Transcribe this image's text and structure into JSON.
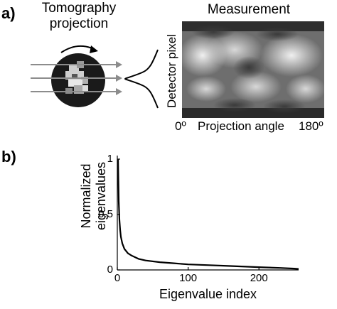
{
  "panel_a": {
    "label": "a)",
    "left_title": [
      "Tomography",
      "projection"
    ],
    "right_title": "Measurement",
    "y_axis_label": "Detector pixel",
    "x_left": "0º",
    "x_label": "Projection angle",
    "x_right": "180º",
    "colors": {
      "sphere": "#1a1a1a",
      "arrow": "#8c8c8c",
      "curve": "#000000"
    }
  },
  "panel_b": {
    "label": "b)"
  },
  "chart_data": {
    "type": "line",
    "title": "",
    "xlabel": "Eigenvalue index",
    "ylabel": "Normalized eigenvalues",
    "xlim": [
      0,
      256
    ],
    "ylim": [
      0,
      1
    ],
    "xticks": [
      0,
      100,
      200
    ],
    "yticks": [
      0,
      0.5,
      1
    ],
    "ytick_labels": [
      "0",
      "0.5",
      "1"
    ],
    "grid": false,
    "series": [
      {
        "x": [
          1,
          2,
          3,
          4,
          5,
          7,
          10,
          15,
          20,
          30,
          40,
          60,
          80,
          100,
          130,
          160,
          200,
          230,
          250,
          256
        ],
        "values": [
          1.0,
          0.62,
          0.45,
          0.36,
          0.3,
          0.24,
          0.19,
          0.15,
          0.13,
          0.1,
          0.085,
          0.07,
          0.06,
          0.05,
          0.043,
          0.035,
          0.025,
          0.018,
          0.012,
          0.009
        ]
      }
    ]
  }
}
